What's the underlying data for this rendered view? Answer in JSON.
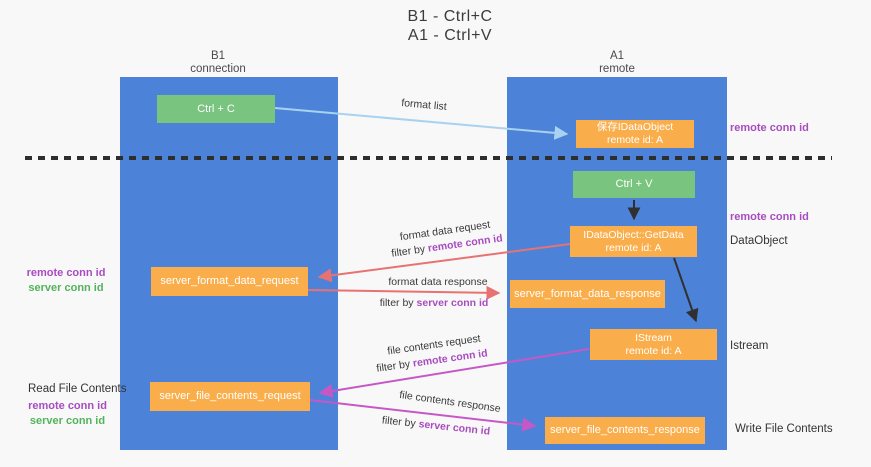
{
  "title": {
    "line1": "B1 - Ctrl+C",
    "line2": "A1 - Ctrl+V"
  },
  "lanes": {
    "left": {
      "name": "B1",
      "role": "connection"
    },
    "right": {
      "name": "A1",
      "role": "remote"
    }
  },
  "nodes": {
    "ctrl_c": {
      "label": "Ctrl + C"
    },
    "save_dataobject": {
      "line1": "保存IDataObject",
      "line2": "remote id: A"
    },
    "ctrl_v": {
      "label": "Ctrl + V"
    },
    "getdata": {
      "line1": "IDataObject::GetData",
      "line2": "remote id: A"
    },
    "server_format_data_request": {
      "label": "server_format_data_request"
    },
    "server_format_data_response": {
      "label": "server_format_data_response"
    },
    "istream": {
      "line1": "IStream",
      "line2": "remote id: A"
    },
    "server_file_contents_request": {
      "label": "server_file_contents_request"
    },
    "server_file_contents_response": {
      "label": "server_file_contents_response"
    }
  },
  "flow_labels": {
    "format_list": "format list",
    "format_data_request": "format data request",
    "format_data_response": "format data response",
    "file_contents_request": "file contents request",
    "file_contents_response": "file contents response",
    "filter_by": "filter by",
    "remote_conn_id": "remote conn id",
    "server_conn_id": "server conn id"
  },
  "side_labels": {
    "remote_conn_id_top": "remote conn id",
    "remote_conn_id_mid": "remote conn id",
    "dataobject": "DataObject",
    "istream": "Istream",
    "write_file_contents": "Write File Contents",
    "read_file_contents": "Read File Contents",
    "remote_conn_id_left": "remote conn id",
    "server_conn_id_left": "server conn id",
    "remote_conn_id_bottom_left": "remote conn id",
    "server_conn_id_bottom_left": "server conn id"
  },
  "colors": {
    "background": "#f8f8f8",
    "lane_blue": "#4d82d9",
    "node_green": "#79c47e",
    "node_orange": "#f9ae4b",
    "arrow_light_blue": "#a8d2f0",
    "arrow_red": "#e87272",
    "arrow_magenta": "#c658c6",
    "arrow_black": "#303030",
    "label_purple": "#a84cc0",
    "label_green": "#53b35c",
    "text_dark": "#3a3a3a"
  }
}
